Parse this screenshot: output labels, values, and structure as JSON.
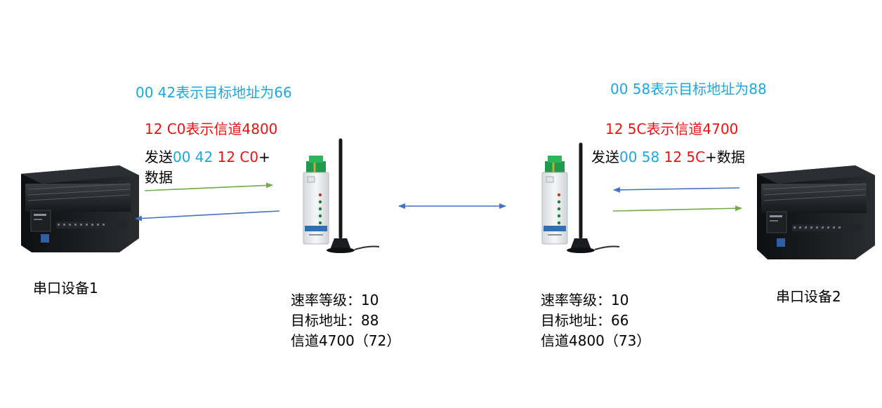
{
  "colors": {
    "hex_text": "#1aa7e2",
    "channel_text": "#ee1111",
    "send_arrow": "#70ad47",
    "return_arrow": "#4472c4"
  },
  "left": {
    "addr_line": "00 42表示目标地址为66",
    "channel_line": "12 C0表示信道4800",
    "send_prefix": "发送",
    "send_addr": "00 42",
    "send_channel": "12 C0",
    "send_plus": "+",
    "send_data": "数据",
    "device_label": "串口设备1",
    "spec_rate": "速率等级：10",
    "spec_target": "目标地址：88",
    "spec_channel": "信道4700（72）",
    "icon": "plc-device-icon"
  },
  "right": {
    "addr_line": "00 58表示目标地址为88",
    "channel_line": "12 5C表示信道4700",
    "send_prefix": "发送",
    "send_addr": "00 58",
    "send_channel": "12 5C",
    "send_tail": "+数据",
    "device_label": "串口设备2",
    "spec_rate": "速率等级：10",
    "spec_target": "目标地址：66",
    "spec_channel": "信道4800（73）",
    "icon": "plc-device-icon"
  },
  "radio_icon": "lora-radio-module-icon"
}
